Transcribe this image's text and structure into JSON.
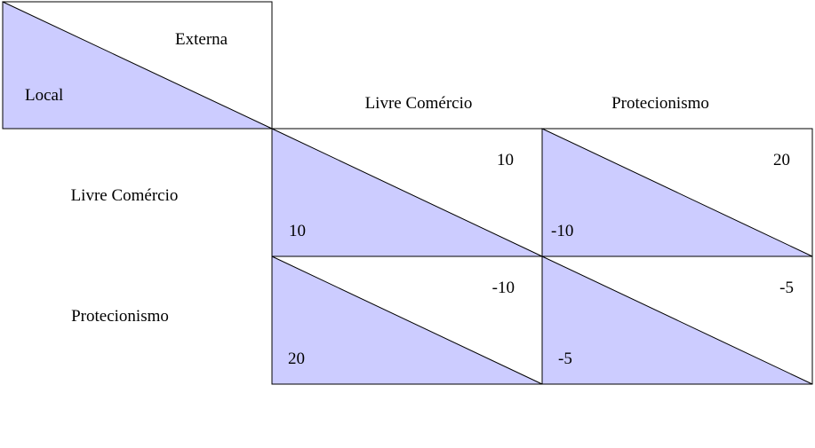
{
  "colors": {
    "fill": "#ccccff",
    "stroke": "#000000",
    "background": "#ffffff"
  },
  "corner": {
    "column_player": "Externa",
    "row_player": "Local"
  },
  "columns": [
    "Livre Comércio",
    "Protecionismo"
  ],
  "rows": [
    "Livre Comércio",
    "Protecionismo"
  ],
  "payoffs": [
    [
      {
        "local": "10",
        "externa": "10"
      },
      {
        "local": "-10",
        "externa": "20"
      }
    ],
    [
      {
        "local": "20",
        "externa": "-10"
      },
      {
        "local": "-5",
        "externa": "-5"
      }
    ]
  ]
}
